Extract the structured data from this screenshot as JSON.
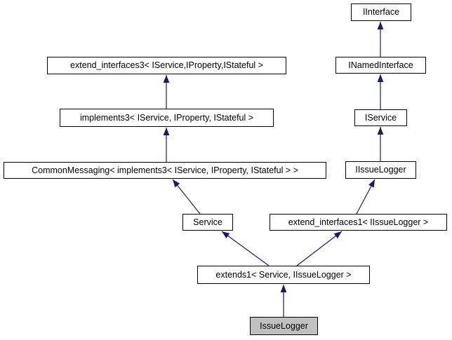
{
  "diagram": {
    "kind": "class-inheritance-graph",
    "highlighted_node": "IssueLogger",
    "nodes": {
      "iinterface": {
        "label": "IInterface"
      },
      "inamedinterface": {
        "label": "INamedInterface"
      },
      "iservice": {
        "label": "IService"
      },
      "iissuelogger": {
        "label": "IIssueLogger"
      },
      "extend_interfaces3": {
        "label": "extend_interfaces3< IService,IProperty,IStateful >"
      },
      "implements3": {
        "label": "implements3< IService, IProperty, IStateful >"
      },
      "commonmessaging": {
        "label": "CommonMessaging< implements3< IService, IProperty, IStateful > >"
      },
      "service": {
        "label": "Service"
      },
      "extend_interfaces1": {
        "label": "extend_interfaces1< IIssueLogger >"
      },
      "extends1": {
        "label": "extends1< Service, IIssueLogger >"
      },
      "issuelogger": {
        "label": "IssueLogger"
      }
    },
    "edges": [
      {
        "from": "IssueLogger",
        "to": "extends1< Service, IIssueLogger >"
      },
      {
        "from": "extends1< Service, IIssueLogger >",
        "to": "Service"
      },
      {
        "from": "extends1< Service, IIssueLogger >",
        "to": "extend_interfaces1< IIssueLogger >"
      },
      {
        "from": "Service",
        "to": "CommonMessaging< implements3< IService, IProperty, IStateful > >"
      },
      {
        "from": "CommonMessaging< implements3< IService, IProperty, IStateful > >",
        "to": "implements3< IService, IProperty, IStateful >"
      },
      {
        "from": "implements3< IService, IProperty, IStateful >",
        "to": "extend_interfaces3< IService,IProperty,IStateful >"
      },
      {
        "from": "extend_interfaces1< IIssueLogger >",
        "to": "IIssueLogger"
      },
      {
        "from": "IIssueLogger",
        "to": "IService"
      },
      {
        "from": "IService",
        "to": "INamedInterface"
      },
      {
        "from": "INamedInterface",
        "to": "IInterface"
      }
    ],
    "colors": {
      "arrow": "#191970",
      "node-border": "#000000",
      "node-fill": "#ffffff",
      "highlight-fill": "#c0c0c0",
      "background": "#ffffff",
      "text": "#000000"
    }
  }
}
